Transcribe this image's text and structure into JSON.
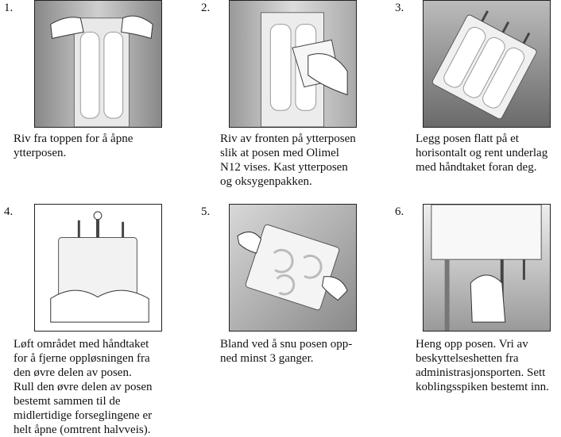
{
  "steps": [
    {
      "number": "1.",
      "caption": [
        "Riv fra toppen for å åpne",
        "ytterposen."
      ],
      "illustration": "tearing-outer-bag-top"
    },
    {
      "number": "2.",
      "caption": [
        "Riv av fronten på ytterposen",
        "slik at posen med Olimel",
        "N12 vises. Kast ytterposen",
        "og oksygenpakken."
      ],
      "illustration": "removing-outer-bag-front"
    },
    {
      "number": "3.",
      "caption": [
        "Legg posen flatt på et",
        "horisontalt og rent underlag",
        "med håndtaket foran deg."
      ],
      "illustration": "bag-lying-flat"
    },
    {
      "number": "4.",
      "caption": [
        "Løft området med håndtaket",
        "for å fjerne oppløsningen fra",
        "den øvre delen av posen.",
        "Rull den øvre delen av posen",
        "bestemt sammen til de",
        "midlertidige forseglingene er",
        "helt åpne (omtrent halvveis)."
      ],
      "illustration": "rolling-bag"
    },
    {
      "number": "5.",
      "caption": [
        "Bland ved å snu posen opp-",
        "ned minst 3 ganger."
      ],
      "illustration": "inverting-bag"
    },
    {
      "number": "6.",
      "caption": [
        "Heng opp posen. Vri av",
        "beskyttelseshetten fra",
        "administrasjonsporten. Sett",
        "koblingsspiken bestemt inn."
      ],
      "illustration": "hanging-bag-spike"
    }
  ]
}
